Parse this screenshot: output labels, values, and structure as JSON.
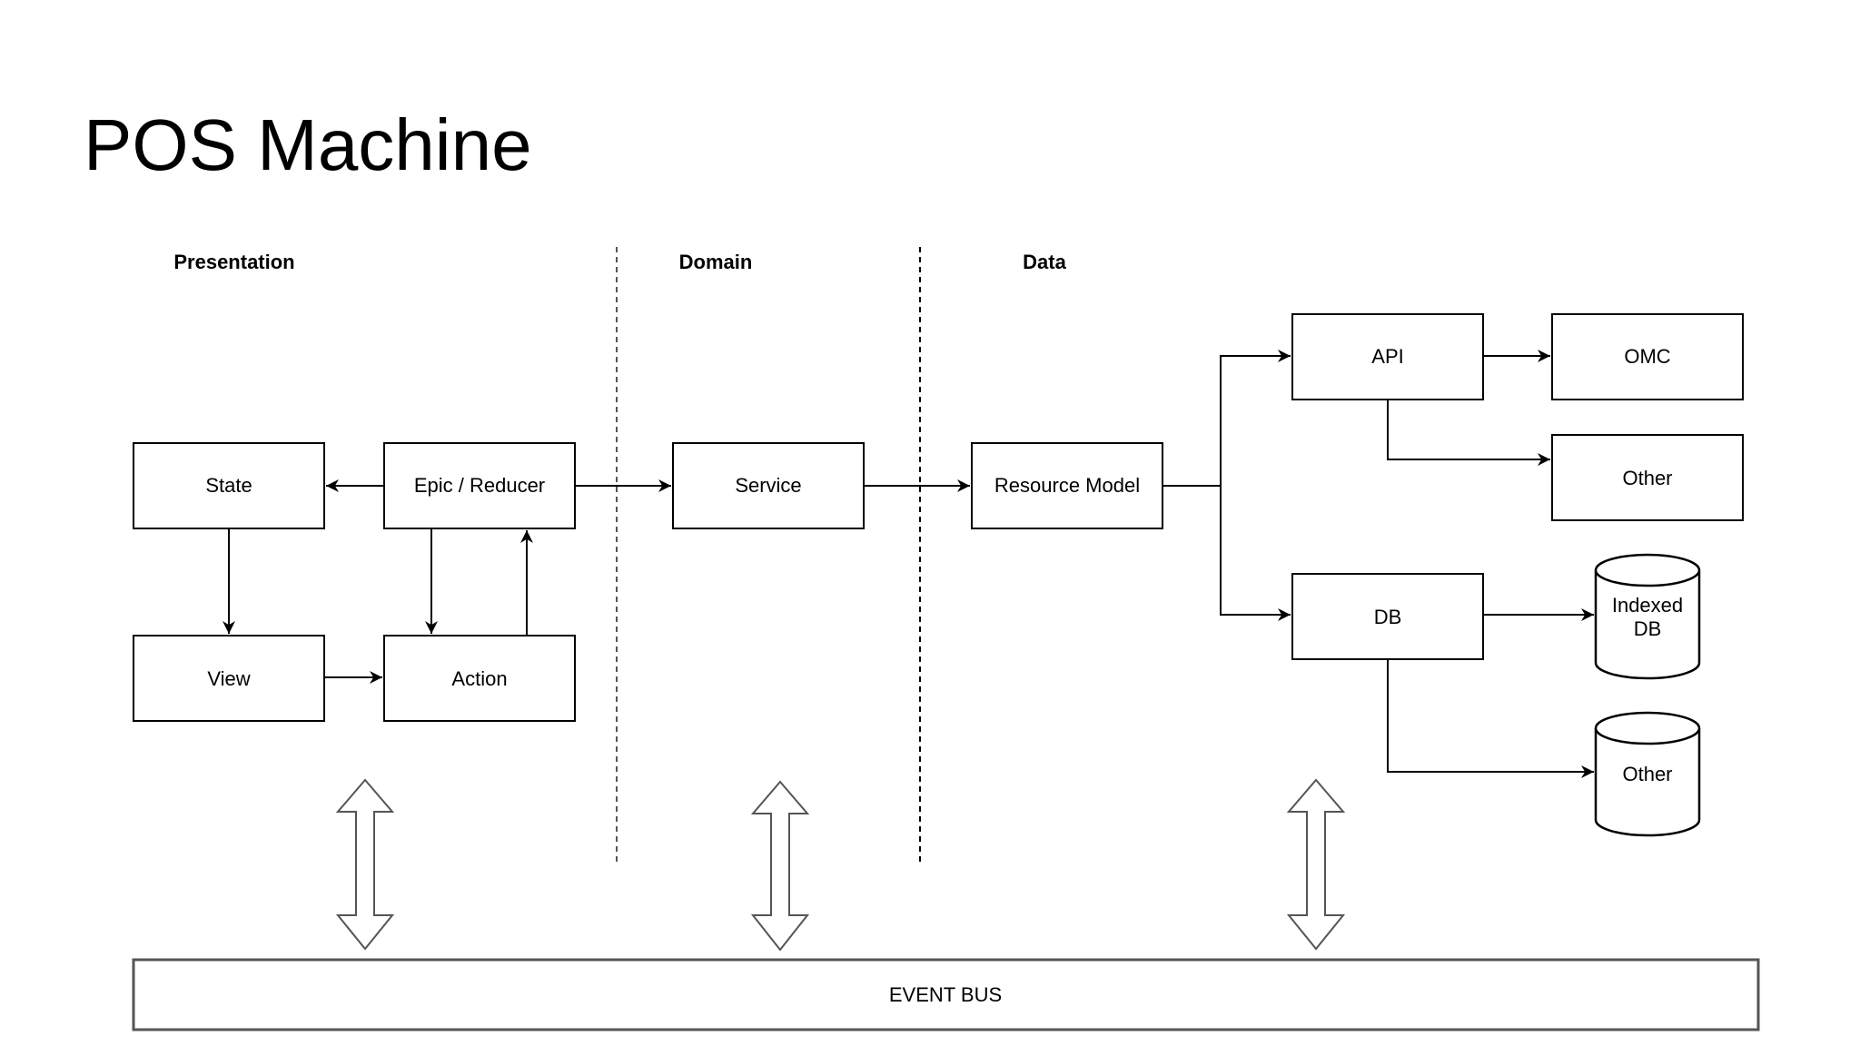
{
  "slide": {
    "title": "POS Machine"
  },
  "diagram": {
    "sections": {
      "presentation": "Presentation",
      "domain": "Domain",
      "data": "Data"
    },
    "nodes": {
      "state": "State",
      "epic_reducer": "Epic / Reducer",
      "view": "View",
      "action": "Action",
      "service": "Service",
      "resource_model": "Resource Model",
      "api": "API",
      "omc": "OMC",
      "api_other": "Other",
      "db": "DB",
      "indexed_db_line1": "Indexed",
      "indexed_db_line2": "DB",
      "db_other": "Other"
    },
    "event_bus": "EVENT BUS"
  }
}
